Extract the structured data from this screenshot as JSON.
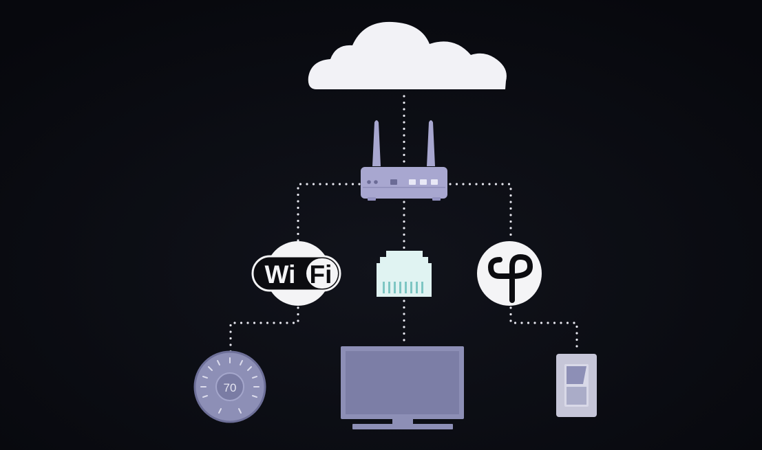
{
  "diagram": {
    "nodes": [
      {
        "id": "cloud",
        "icon": "cloud-icon"
      },
      {
        "id": "router",
        "icon": "router-icon"
      },
      {
        "id": "wifi",
        "icon": "wifi-logo",
        "label_left": "Wi",
        "label_right": "Fi"
      },
      {
        "id": "ethernet",
        "icon": "ethernet-port-icon"
      },
      {
        "id": "thread",
        "icon": "thread-logo-icon"
      },
      {
        "id": "thermostat",
        "icon": "thermostat-icon",
        "reading": "70"
      },
      {
        "id": "tv",
        "icon": "tv-icon"
      },
      {
        "id": "switch",
        "icon": "light-switch-icon"
      }
    ],
    "links": [
      {
        "from": "cloud",
        "to": "router"
      },
      {
        "from": "router",
        "to": "wifi"
      },
      {
        "from": "router",
        "to": "ethernet"
      },
      {
        "from": "router",
        "to": "thread"
      },
      {
        "from": "wifi",
        "to": "thermostat"
      },
      {
        "from": "ethernet",
        "to": "tv"
      },
      {
        "from": "thread",
        "to": "switch"
      }
    ]
  },
  "colors": {
    "background": "#0b0d14",
    "cloud": "#f2f2f6",
    "router": "#a8a7d0",
    "device": "#8d8fb6",
    "ethernet": "#e0f3f2",
    "ethernet_pins": "#7ec6c3",
    "connector": "#e6e6ee"
  }
}
